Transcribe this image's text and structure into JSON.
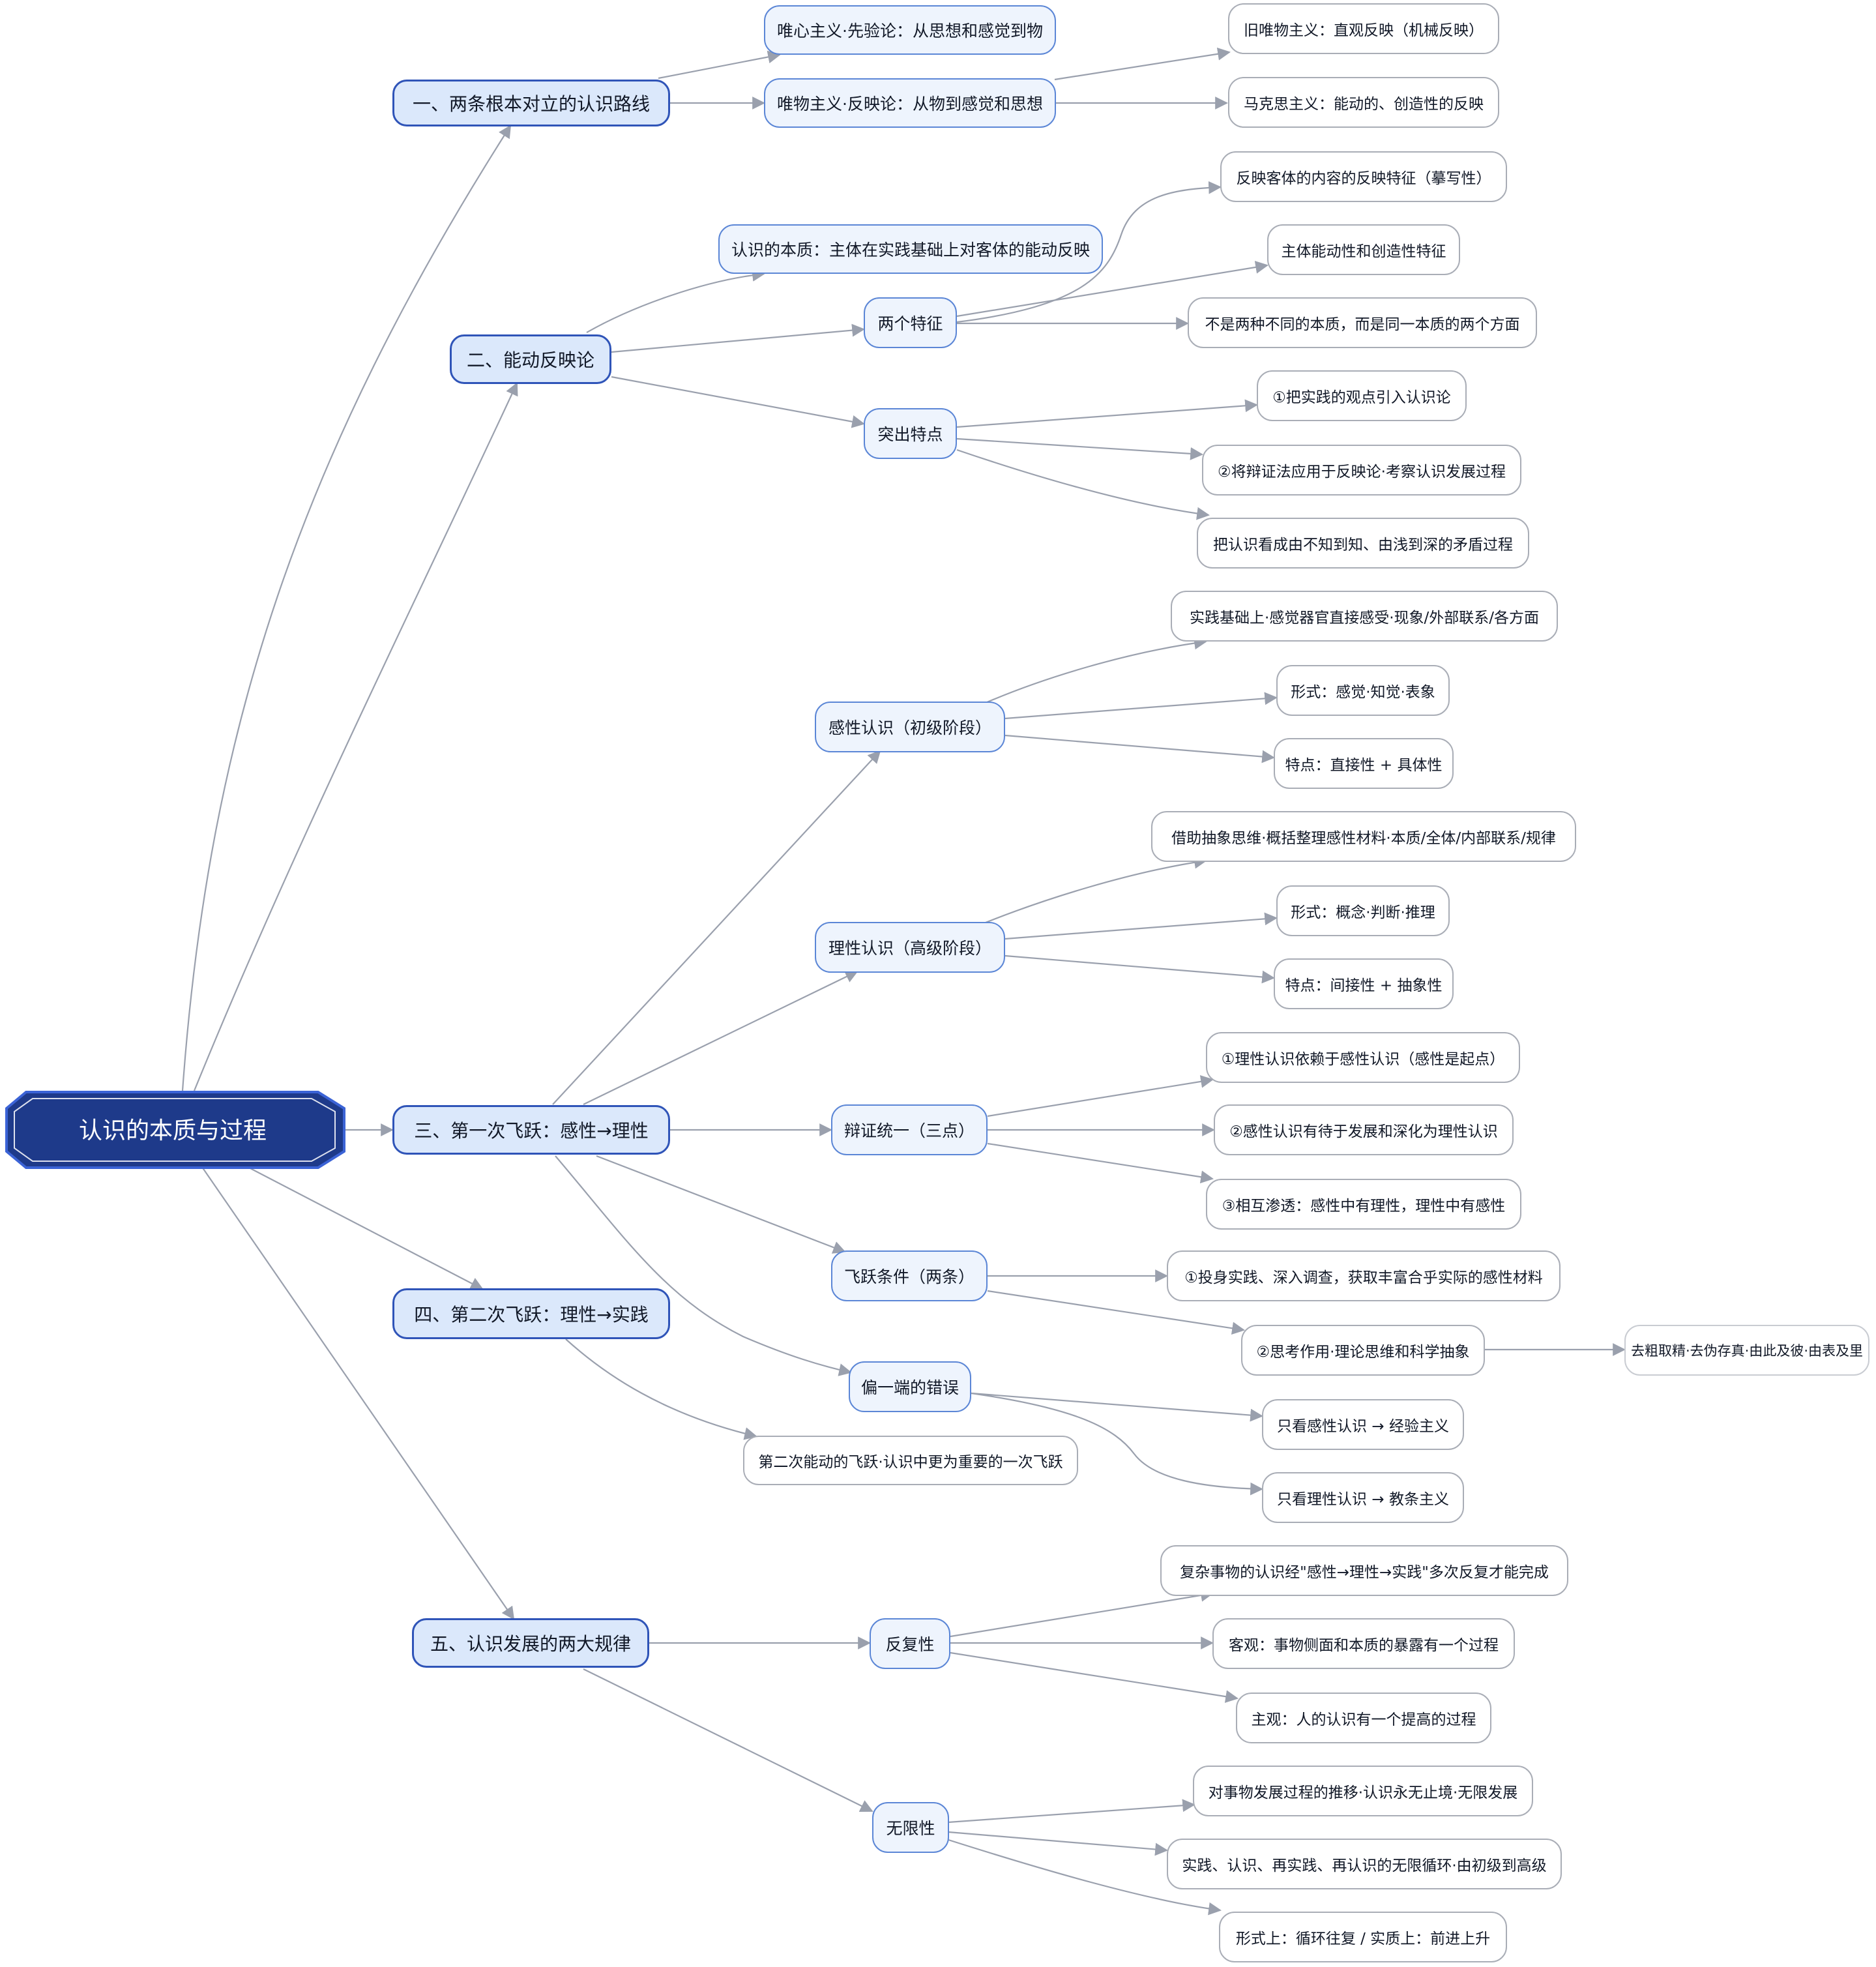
{
  "colors": {
    "root_fill": "#1e3a8a",
    "branch_fill": "#dbe8fb",
    "branch_border": "#2f54b8",
    "mid_fill": "#eef4fd",
    "mid_border": "#5b86d6",
    "leaf_border": "#a9adb6",
    "edge": "#9aa0ad"
  },
  "root": {
    "label": "认识的本质与过程"
  },
  "b1": {
    "label": "一、两条根本对立的认识路线",
    "idealism": "唯心主义·先验论：从思想和感觉到物",
    "materialism": "唯物主义·反映论：从物到感觉和思想",
    "old_mat": "旧唯物主义：直观反映（机械反映）",
    "marxism": "马克思主义：能动的、创造性的反映"
  },
  "b2": {
    "label": "二、能动反映论",
    "essence": "认识的本质：主体在实践基础上对客体的能动反映",
    "two_features": "两个特征",
    "f1": "反映客体的内容的反映特征（摹写性）",
    "f2": "主体能动性和创造性特征",
    "f3": "不是两种不同的本质，而是同一本质的两个方面",
    "salient": "突出特点",
    "s1": "①把实践的观点引入认识论",
    "s2": "②将辩证法应用于反映论·考察认识发展过程",
    "s3": "把认识看成由不知到知、由浅到深的矛盾过程"
  },
  "b3": {
    "label": "三、第一次飞跃：感性→理性",
    "perceptual": "感性认识（初级阶段）",
    "p1": "实践基础上·感觉器官直接感受·现象/外部联系/各方面",
    "p2": "形式：感觉·知觉·表象",
    "p3": "特点：直接性 + 具体性",
    "rational": "理性认识（高级阶段）",
    "r1": "借助抽象思维·概括整理感性材料·本质/全体/内部联系/规律",
    "r2": "形式：概念·判断·推理",
    "r3": "特点：间接性 + 抽象性",
    "dialectic": "辩证统一（三点）",
    "d1": "①理性认识依赖于感性认识（感性是起点）",
    "d2": "②感性认识有待于发展和深化为理性认识",
    "d3": "③相互渗透：感性中有理性，理性中有感性",
    "leap": "飞跃条件（两条）",
    "l1": "①投身实践、深入调查，获取丰富合乎实际的感性材料",
    "l2": "②思考作用·理论思维和科学抽象",
    "l2a": "去粗取精·去伪存真·由此及彼·由表及里",
    "error": "偏一端的错误",
    "e1": "只看感性认识 → 经验主义",
    "e2": "只看理性认识 → 教条主义"
  },
  "b4": {
    "label": "四、第二次飞跃：理性→实践",
    "note": "第二次能动的飞跃·认识中更为重要的一次飞跃"
  },
  "b5": {
    "label": "五、认识发展的两大规律",
    "repeat": "反复性",
    "rp1": "复杂事物的认识经\"感性→理性→实践\"多次反复才能完成",
    "rp2": "客观：事物侧面和本质的暴露有一个过程",
    "rp3": "主观：人的认识有一个提高的过程",
    "infinite": "无限性",
    "in1": "对事物发展过程的推移·认识永无止境·无限发展",
    "in2": "实践、认识、再实践、再认识的无限循环·由初级到高级",
    "in3": "形式上：循环往复 / 实质上：前进上升"
  }
}
